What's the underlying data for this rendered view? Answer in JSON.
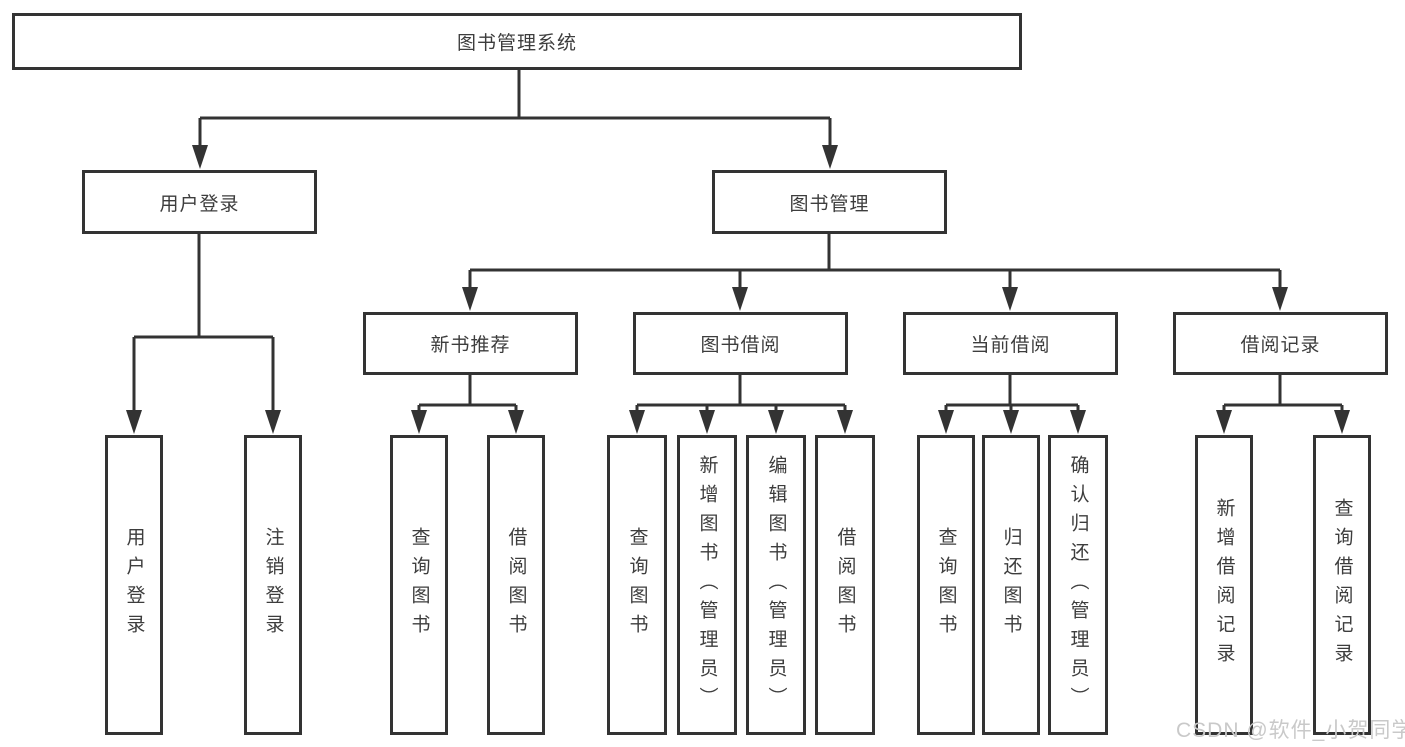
{
  "tree": {
    "root": "图书管理系统",
    "branches": [
      {
        "label": "用户登录",
        "leaves": [
          "用户登录",
          "注销登录"
        ]
      },
      {
        "label": "图书管理",
        "groups": [
          {
            "label": "新书推荐",
            "leaves": [
              "查询图书",
              "借阅图书"
            ]
          },
          {
            "label": "图书借阅",
            "leaves": [
              "查询图书",
              "新增图书（管理员）",
              "编辑图书（管理员）",
              "借阅图书"
            ]
          },
          {
            "label": "当前借阅",
            "leaves": [
              "查询图书",
              "归还图书",
              "确认归还（管理员）"
            ]
          },
          {
            "label": "借阅记录",
            "leaves": [
              "新增借阅记录",
              "查询借阅记录"
            ]
          }
        ]
      }
    ]
  },
  "watermark": "CSDN @软件_小贺同学",
  "colors": {
    "line": "#333333",
    "text": "#3d3d3d",
    "background": "#ffffff",
    "watermark": "#c9c9c9"
  }
}
